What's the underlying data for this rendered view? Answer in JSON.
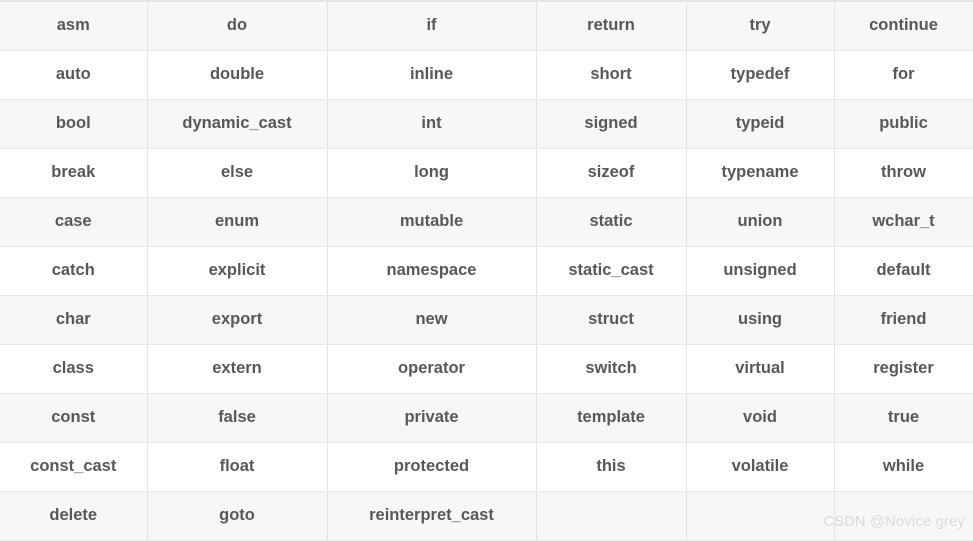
{
  "table": {
    "column_count": 6,
    "row_count": 11,
    "rows": [
      [
        "asm",
        "do",
        "if",
        "return",
        "try",
        "continue"
      ],
      [
        "auto",
        "double",
        "inline",
        "short",
        "typedef",
        "for"
      ],
      [
        "bool",
        "dynamic_cast",
        "int",
        "signed",
        "typeid",
        "public"
      ],
      [
        "break",
        "else",
        "long",
        "sizeof",
        "typename",
        "throw"
      ],
      [
        "case",
        "enum",
        "mutable",
        "static",
        "union",
        "wchar_t"
      ],
      [
        "catch",
        "explicit",
        "namespace",
        "static_cast",
        "unsigned",
        "default"
      ],
      [
        "char",
        "export",
        "new",
        "struct",
        "using",
        "friend"
      ],
      [
        "class",
        "extern",
        "operator",
        "switch",
        "virtual",
        "register"
      ],
      [
        "const",
        "false",
        "private",
        "template",
        "void",
        "true"
      ],
      [
        "const_cast",
        "float",
        "protected",
        "this",
        "volatile",
        "while"
      ],
      [
        "delete",
        "goto",
        "reinterpret_cast",
        "",
        "",
        ""
      ]
    ]
  },
  "watermark": {
    "text": "CSDN @Novice grey"
  },
  "colors": {
    "text": "#58585c",
    "row_stripe": "#f7f7f8",
    "row_plain": "#ffffff",
    "border": "#e1e4e7",
    "watermark": "#d9dadc"
  }
}
